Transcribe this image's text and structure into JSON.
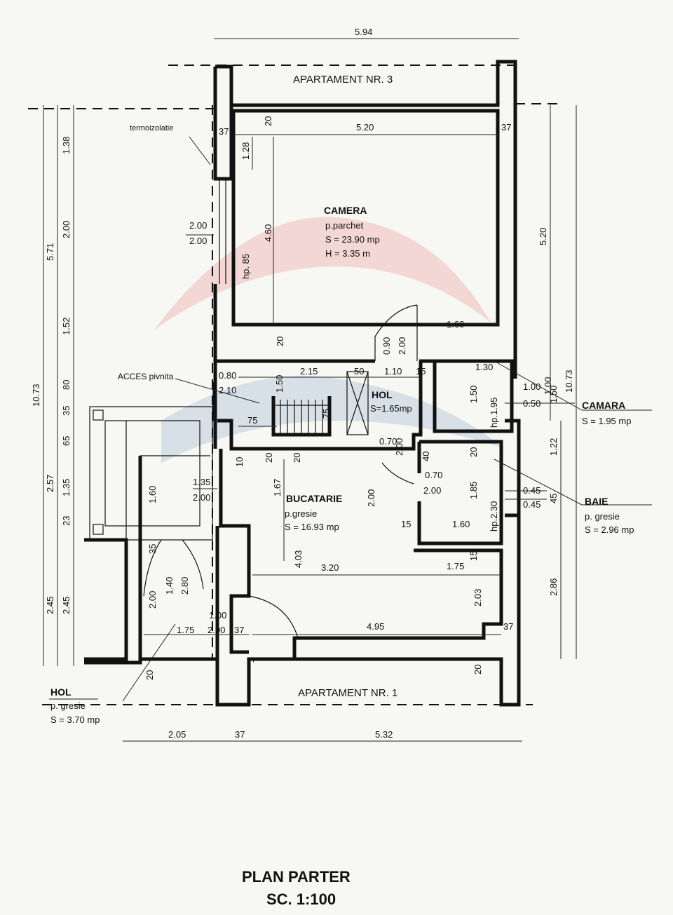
{
  "title": {
    "line1": "PLAN PARTER",
    "line2": "SC. 1:100"
  },
  "apartments": {
    "top": "APARTAMENT NR. 3",
    "bottom": "APARTAMENT NR. 1"
  },
  "rooms": {
    "camera": {
      "name": "CAMERA",
      "floor": "p.parchet",
      "area": "S = 23.90 mp",
      "height": "H = 3.35 m"
    },
    "hol_mid": {
      "name": "HOL",
      "area": "S=1.65mp"
    },
    "camara": {
      "name": "CAMARA",
      "area": "S = 1.95 mp"
    },
    "bucatarie": {
      "name": "BUCATARIE",
      "floor": "p.gresie",
      "area": "S = 16.93 mp"
    },
    "baie": {
      "name": "BAIE",
      "floor": "p. gresie",
      "area": "S = 2.96 mp"
    },
    "hol_entry": {
      "name": "HOL",
      "floor": "p. gresie",
      "area": "S = 3.70 mp"
    }
  },
  "notes": {
    "insulation": "termoizolatie",
    "cellar": "ACCES pivnita"
  },
  "dims": {
    "top_total": "5.94",
    "bottom_a": "2.05",
    "bottom_b": "37",
    "bottom_c": "5.32",
    "left_total": "10.73",
    "left_upper": "5.71",
    "left_mid": "2.57",
    "left_low": "2.45",
    "l138": "1.38",
    "l200": "2.00",
    "l152": "1.52",
    "l80": "80",
    "l35": "35",
    "l65": "65",
    "l135": "1.35",
    "l23": "23",
    "l245": "2.45",
    "right_total": "10.73",
    "right_upper": "5.20",
    "r150": "1.50",
    "r122": "1.22",
    "r45": "45",
    "r286": "2.86",
    "cam_w": "5.20",
    "cam_h": "4.60",
    "cam_37a": "37",
    "cam_37b": "37",
    "cam_128": "1.28",
    "cam_20a": "20",
    "cam_20b": "20",
    "cam_160": "1.60",
    "win_a1": "2.00",
    "win_a2": "2.00",
    "hp85": "hp. 85",
    "d080": "0.80",
    "d210": "2.10",
    "d215": "2.15",
    "d50": "50",
    "d110": "1.10",
    "d15a": "15",
    "d090": "0.90",
    "d200v": "2.00",
    "d150": "1.50",
    "d75": "75",
    "d75b": "75",
    "c130": "1.30",
    "c150": "1.50",
    "hp195": "hp.1.95",
    "c100a": "1.00",
    "c100b": "1.00",
    "c050": "0.50",
    "b070a": "0.70",
    "b200a": "2.00",
    "b40": "40",
    "b070b": "0.70",
    "b200b": "2.00",
    "b20a": "20",
    "b185": "1.85",
    "hp230": "hp.2.30",
    "b045a": "0.45",
    "b045b": "0.45",
    "b15": "15",
    "b160": "1.60",
    "b15b": "15",
    "k10": "10",
    "k20a": "20",
    "k20b": "20",
    "k167": "1.67",
    "k135": "1.35",
    "k200": "2.00",
    "k200v": "2.00",
    "k403": "4.03",
    "k320": "3.20",
    "k175": "1.75",
    "k203": "2.03",
    "k495": "4.95",
    "k37": "37",
    "k20c": "20",
    "h160": "1.60",
    "h35": "35",
    "h140": "1.40",
    "h280": "2.80",
    "h200": "2.00",
    "h100": "1.00",
    "h175": "1.75",
    "h2002": "2.00",
    "h37": "37",
    "h7": "7",
    "h20": "20"
  }
}
